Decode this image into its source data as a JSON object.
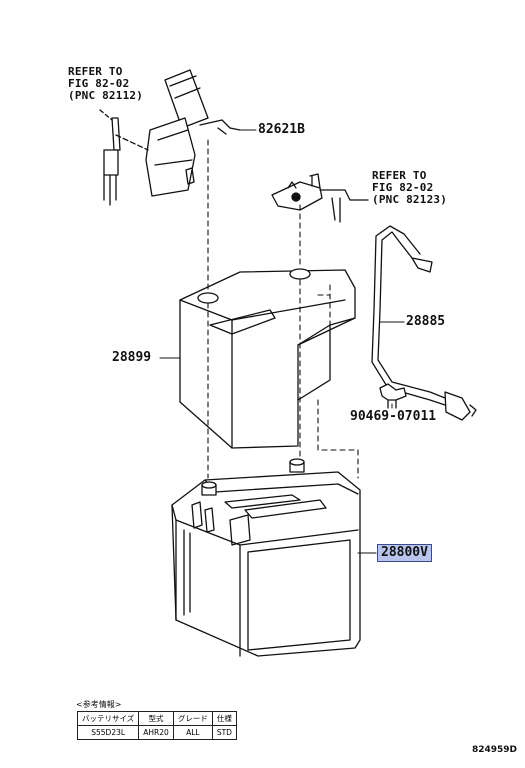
{
  "labels": {
    "ref1": [
      "REFER TO",
      "FIG 82-02",
      "(PNC 82112)"
    ],
    "ref2": [
      "REFER TO",
      "FIG 82-02",
      "(PNC 82123)"
    ],
    "p82621b": "82621B",
    "p28885": "28885",
    "p28899": "28899",
    "p90469": "90469-07011",
    "p28800v": "28800V"
  },
  "highlight_color": "#b8c4ec",
  "spec_table": {
    "note": "<参考情報>",
    "headers": [
      "バッテリサイズ",
      "型式",
      "グレード",
      "仕様"
    ],
    "row": [
      "S55D23L",
      "AHR20",
      "ALL",
      "STD"
    ]
  },
  "figure_number": "824959D"
}
